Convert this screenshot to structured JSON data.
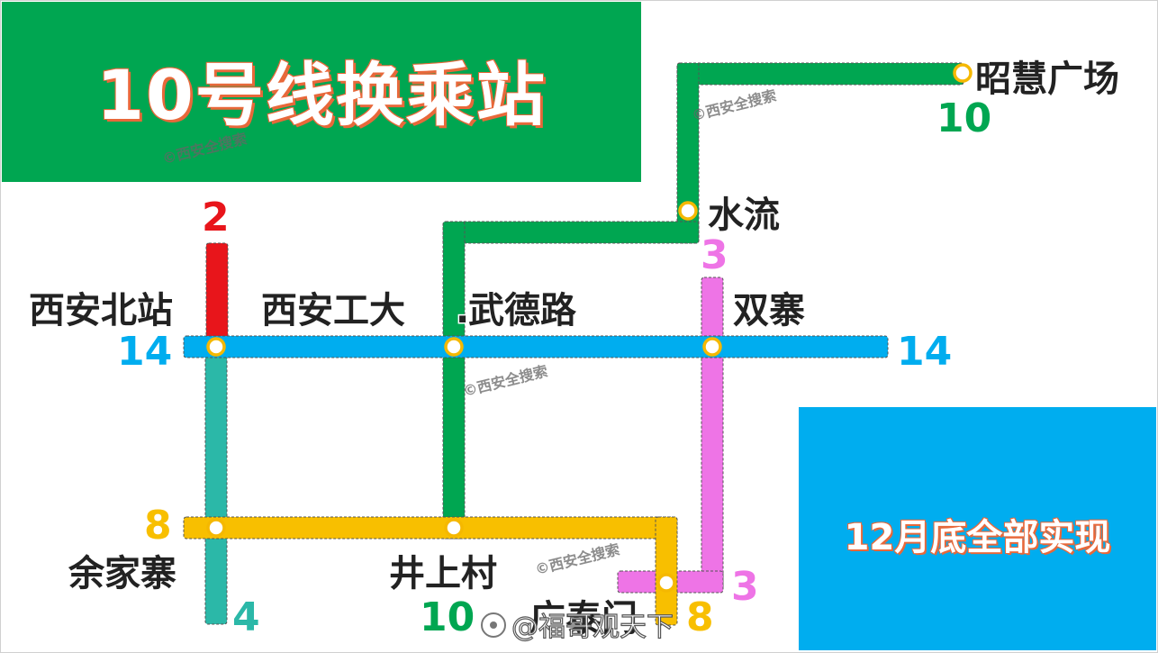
{
  "title": "10号线换乘站",
  "note": "12月底全部实现",
  "watermark": "©西安全搜索",
  "brand": "@福哥观天下",
  "colors": {
    "line2": "#e8151b",
    "line3": "#ee74e6",
    "line4": "#2bb8a8",
    "line8": "#f8bf00",
    "line10": "#00a651",
    "line14": "#00adef",
    "station_ring": "#f5b800",
    "title_bg": "#00a651",
    "note_bg": "#00adef"
  },
  "stations": {
    "zhaohui": "昭慧广场",
    "shuiliu": "水流",
    "xianbei": "西安北站",
    "gongda": "西安工大",
    "wudelu": "武德路",
    "dot": ".",
    "shuangzhai": "双寨",
    "yujiazhai": "余家寨",
    "jingshang": "井上村",
    "guangtaimen": "广泰门"
  },
  "line_numbers": {
    "line10_top": "10",
    "line2": "2",
    "line3_top": "3",
    "line14_left": "14",
    "line14_right": "14",
    "line8_left": "8",
    "line10_bottom": "10",
    "line4": "4",
    "line8_bottom": "8",
    "line3_bottom": "3"
  }
}
